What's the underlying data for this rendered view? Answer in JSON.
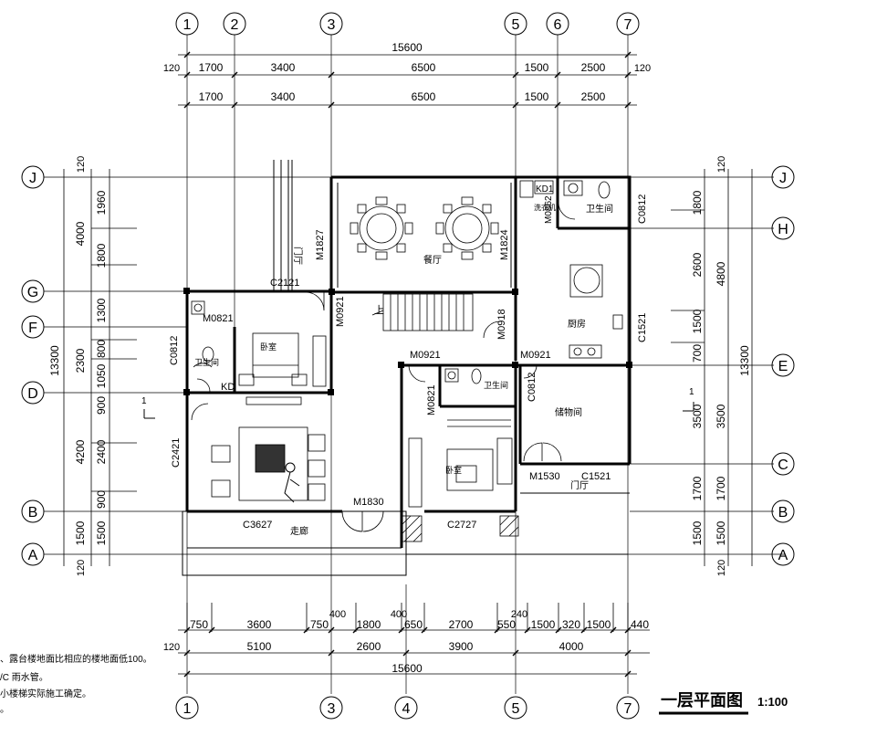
{
  "axes_top": [
    "1",
    "2",
    "3",
    "5",
    "6",
    "7"
  ],
  "axes_bottom": [
    "1",
    "3",
    "4",
    "5",
    "7"
  ],
  "axes_left": [
    "J",
    "G",
    "F",
    "D",
    "B",
    "A"
  ],
  "axes_right": [
    "J",
    "H",
    "E",
    "C",
    "B",
    "A"
  ],
  "dim_top_total": "15600",
  "dim_top_edge": "120",
  "dim_top_row1": [
    "1700",
    "3400",
    "6500",
    "1500",
    "2500"
  ],
  "dim_top_row2": [
    "1700",
    "3400",
    "6500",
    "1500",
    "2500"
  ],
  "dim_bottom_total": "15600",
  "dim_bottom_row1": [
    "750",
    "3600",
    "750",
    "1800",
    "650",
    "2700",
    "550",
    "1500",
    "320",
    "1500",
    "440"
  ],
  "dim_bottom_row2": [
    "5100",
    "2600",
    "3900",
    "4000"
  ],
  "dim_bottom_small": [
    "400",
    "400",
    "240"
  ],
  "dim_left_total": "13300",
  "dim_left_row1": [
    "4000",
    "2300",
    "4200",
    "1500"
  ],
  "dim_left_row2": [
    "1960",
    "1800",
    "1300",
    "800",
    "1050",
    "900",
    "2400",
    "900",
    "1500"
  ],
  "dim_right_total": "13300",
  "dim_right_row1": [
    "4800",
    "3500",
    "1700",
    "1500"
  ],
  "dim_right_row2": [
    "1800",
    "2600",
    "1500",
    "700",
    "3500",
    "1700",
    "1500"
  ],
  "rooms": {
    "dining": "餐厅",
    "kitchen": "厨房",
    "toilet_ne": "卫生间",
    "toilet_mid": "卫生间",
    "toilet_w": "卫生间",
    "bedroom_w": "卧室",
    "bedroom_c": "卧室",
    "storage": "储物间",
    "foyer_e": "门厅",
    "foyer_n": "门厅",
    "corridor": "走廊",
    "laundry": "洗衣机"
  },
  "labels": {
    "c2121": "C2121",
    "m1827": "M1827",
    "m1824": "M1824",
    "m0921_a": "M0921",
    "m0821": "M0821",
    "c0812_w": "C0812",
    "kd": "KD",
    "c2421": "C2421",
    "c3627": "C3627",
    "m1830": "M1830",
    "m0921_b": "M0921",
    "m0821_c": "M0821",
    "c2727": "C2727",
    "m0918": "M0918",
    "m0921_c": "M0921",
    "c0812_c": "C0812",
    "c1521_e": "C1521",
    "m1530": "M1530",
    "c1521_s": "C1521",
    "c0812_ne": "C0812",
    "kd_top": "KD1",
    "m0862": "M0862",
    "up": "上",
    "one": "1"
  },
  "notes": [
    "、露台楼地面比相应的楼地面低100。",
    "/C 雨水管。",
    "小楼梯实际施工确定。",
    "。"
  ],
  "title": "一层平面图",
  "scale": "1:100"
}
